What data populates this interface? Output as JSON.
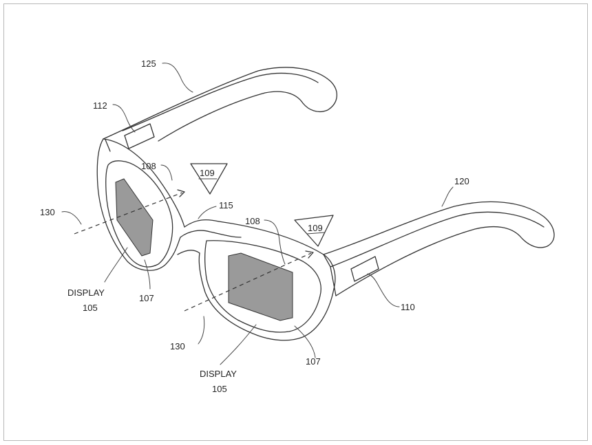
{
  "labels": {
    "temple_left": "125",
    "sensor_left": "112",
    "light_upper": "108",
    "symbol_upper": "109",
    "axis_left": "130",
    "bridge": "115",
    "light_lower": "108",
    "symbol_lower": "109",
    "temple_right": "120",
    "sensor_right": "110",
    "display_left_word": "DISPLAY",
    "display_left_num": "105",
    "lens_left": "107",
    "axis_right": "130",
    "display_right_word": "DISPLAY",
    "display_right_num": "105",
    "lens_right": "107"
  },
  "colors": {
    "ink": "#333333",
    "display_fill": "#9a9a9a",
    "border": "#b8b8b8"
  }
}
